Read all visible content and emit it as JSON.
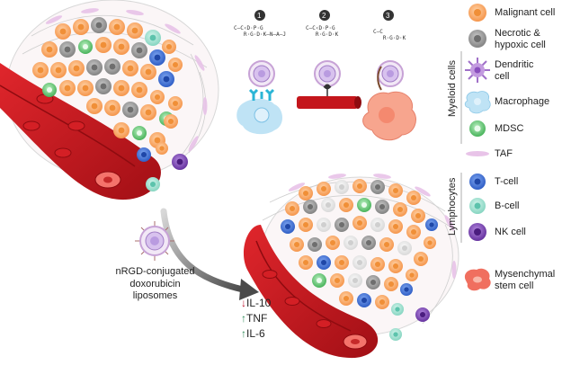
{
  "steps": [
    "1",
    "2",
    "3"
  ],
  "peptide": {
    "s1": [
      "C",
      "C",
      "D",
      "P",
      "G",
      "R",
      "G",
      "D",
      "K",
      "N",
      "A",
      "J"
    ],
    "s2": [
      "C",
      "C",
      "D",
      "P",
      "G",
      "R",
      "G",
      "D",
      "K"
    ],
    "s3": [
      "C",
      "C",
      "R",
      "G",
      "D",
      "K"
    ]
  },
  "legend": {
    "malignant": "Malignant cell",
    "necrotic_l1": "Necrotic &",
    "necrotic_l2": "hypoxic cell",
    "dendritic_l1": "Dendritic",
    "dendritic_l2": "cell",
    "macrophage": "Macrophage",
    "mdsc": "MDSC",
    "taf": "TAF",
    "tcell": "T-cell",
    "bcell": "B-cell",
    "nkcell": "NK cell",
    "msc_l1": "Mysenchymal",
    "msc_l2": "stem cell"
  },
  "groups": {
    "myeloid": "Myeloid cells",
    "lymphocytes": "Lymphocytes"
  },
  "liposome_caption": [
    "nRGD-conjugated",
    "doxorubicin",
    "liposomes"
  ],
  "cytokines": [
    {
      "name": "IL-10",
      "direction": "down"
    },
    {
      "name": "TNF",
      "direction": "up"
    },
    {
      "name": "IL-6",
      "direction": "up"
    }
  ],
  "colors": {
    "malignant": "#f7a35c",
    "necrotic": "#9a9a9a",
    "dendritic": "#a070c8",
    "macrophage": "#bfe3f5",
    "mdsc": "#5cc36b",
    "taf": "#d9a3d9",
    "tcell": "#3b6fd6",
    "bcell": "#8fdcc8",
    "nkcell": "#7a3fb3",
    "msc": "#f06f5f",
    "vessel": "#c4161c",
    "ghost": "#e5e5e5"
  }
}
